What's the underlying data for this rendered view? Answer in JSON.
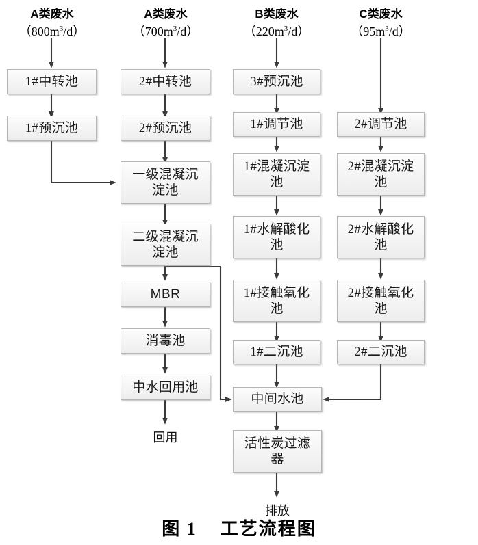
{
  "figure": {
    "caption_prefix": "图",
    "caption_number": "1",
    "caption_title": "工艺流程图",
    "line_color": "#3a3a3a",
    "box_border_color": "#b6b6b6",
    "box_fill_top": "#fdfdfd",
    "box_fill_bottom": "#ededed"
  },
  "sources": [
    {
      "kind": "A类废水",
      "rate_prefix": "（800m",
      "rate_exp": "3",
      "rate_suffix": "/d）"
    },
    {
      "kind": "A类废水",
      "rate_prefix": "（700m",
      "rate_exp": "3",
      "rate_suffix": "/d）"
    },
    {
      "kind": "B类废水",
      "rate_prefix": "（220m",
      "rate_exp": "3",
      "rate_suffix": "/d）"
    },
    {
      "kind": "C类废水",
      "rate_prefix": "（95m",
      "rate_exp": "3",
      "rate_suffix": "/d）"
    }
  ],
  "columns": {
    "a1": [
      {
        "id": "a1-transfer",
        "label": "1#中转池"
      },
      {
        "id": "a1-presettle",
        "label": "1#预沉池"
      }
    ],
    "a2": [
      {
        "id": "a2-transfer",
        "label": "2#中转池"
      },
      {
        "id": "a2-presettle",
        "label": "2#预沉池"
      },
      {
        "id": "coag1",
        "label": "一级混凝沉淀池"
      },
      {
        "id": "coag2",
        "label": "二级混凝沉淀池"
      },
      {
        "id": "mbr",
        "label": "MBR"
      },
      {
        "id": "disinfect",
        "label": "消毒池"
      },
      {
        "id": "reclaim",
        "label": "中水回用池"
      }
    ],
    "b": [
      {
        "id": "b-presettle",
        "label": "3#预沉池"
      },
      {
        "id": "b-equalize",
        "label": "1#调节池"
      },
      {
        "id": "b-coag",
        "label": "1#混凝沉淀池"
      },
      {
        "id": "b-hydrolysis",
        "label": "1#水解酸化池"
      },
      {
        "id": "b-contact-ox",
        "label": "1#接触氧化池"
      },
      {
        "id": "b-secondary",
        "label": "1#二沉池"
      }
    ],
    "c": [
      {
        "id": "c-equalize",
        "label": "2#调节池"
      },
      {
        "id": "c-coag",
        "label": "2#混凝沉淀池"
      },
      {
        "id": "c-hydrolysis",
        "label": "2#水解酸化池"
      },
      {
        "id": "c-contact-ox",
        "label": "2#接触氧化池"
      },
      {
        "id": "c-secondary",
        "label": "2#二沉池"
      }
    ],
    "shared": [
      {
        "id": "intermediate",
        "label": "中间水池"
      },
      {
        "id": "carbon-filter",
        "label": "活性炭过滤器"
      }
    ]
  },
  "outputs": {
    "reuse": "回用",
    "discharge": "排放"
  }
}
